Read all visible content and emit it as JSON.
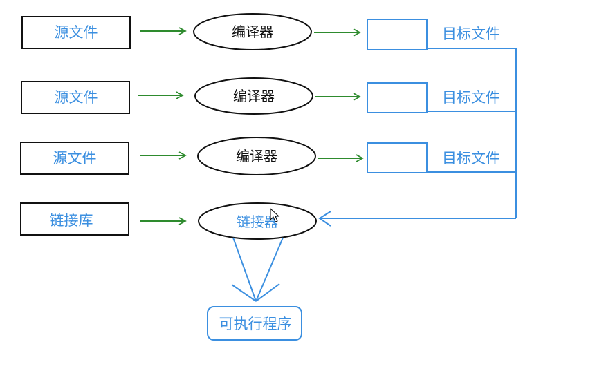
{
  "colors": {
    "blue": "#3b8fe0",
    "green": "#2e8b2e",
    "black": "#111111"
  },
  "rows": [
    {
      "source": "源文件",
      "compiler": "编译器",
      "object": "目标文件"
    },
    {
      "source": "源文件",
      "compiler": "编译器",
      "object": "目标文件"
    },
    {
      "source": "源文件",
      "compiler": "编译器",
      "object": "目标文件"
    }
  ],
  "library": "链接库",
  "linker": "链接器",
  "output": "可执行程序"
}
